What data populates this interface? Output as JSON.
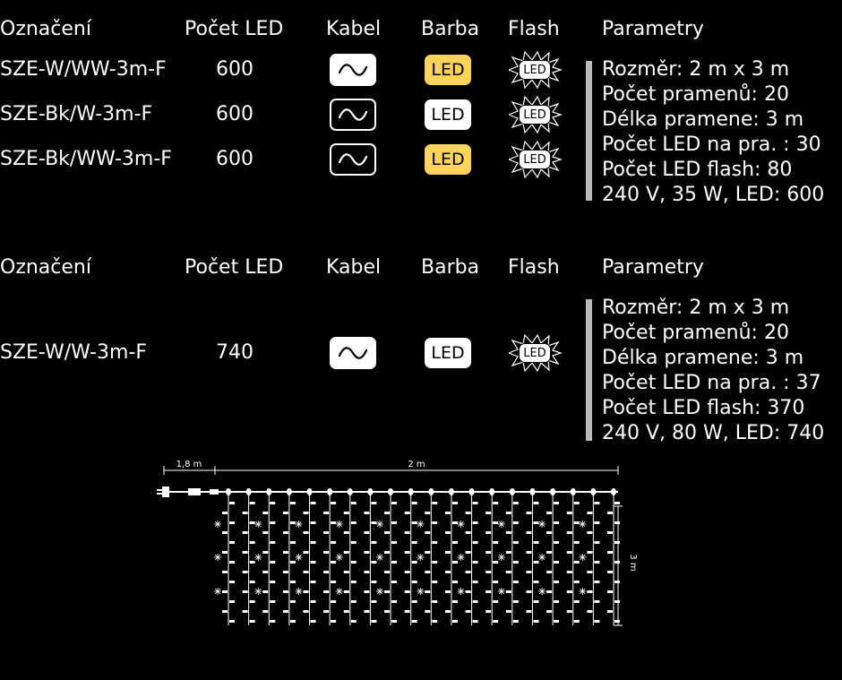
{
  "headers": {
    "designation": "Označení",
    "led_count": "Počet LED",
    "cable": "Kabel",
    "color": "Barba",
    "flash": "Flash",
    "parameters": "Parametry"
  },
  "led_label": "LED",
  "colors": {
    "warm_white": "#fdd35b",
    "white": "#ffffff",
    "param_bar": "#b9b9b9"
  },
  "table1": {
    "rows": [
      {
        "designation": "SZE-W/WW-3m-F",
        "led_count": "600",
        "cable": "white",
        "color": "warm-white"
      },
      {
        "designation": "SZE-Bk/W-3m-F",
        "led_count": "600",
        "cable": "black",
        "color": "white"
      },
      {
        "designation": "SZE-Bk/WW-3m-F",
        "led_count": "600",
        "cable": "black",
        "color": "warm-white"
      }
    ],
    "params": [
      "Rozměr: 2 m x 3 m",
      "Počet pramenů: 20",
      "Délka pramene: 3 m",
      "Počet LED na pra. : 30",
      "Počet LED flash: 80",
      "240 V, 35 W, LED: 600"
    ]
  },
  "table2": {
    "rows": [
      {
        "designation": "SZE-W/W-3m-F",
        "led_count": "740",
        "cable": "white",
        "color": "white"
      }
    ],
    "params": [
      "Rozměr: 2 m x 3 m",
      "Počet pramenů: 20",
      "Délka pramene: 3 m",
      "Počet LED na pra. : 37",
      "Počet LED flash: 370",
      "240 V, 80 W, LED: 740"
    ]
  },
  "diagram": {
    "lead_length": "1,8 m",
    "width": "2 m",
    "height": "3 m",
    "strands": 20
  }
}
